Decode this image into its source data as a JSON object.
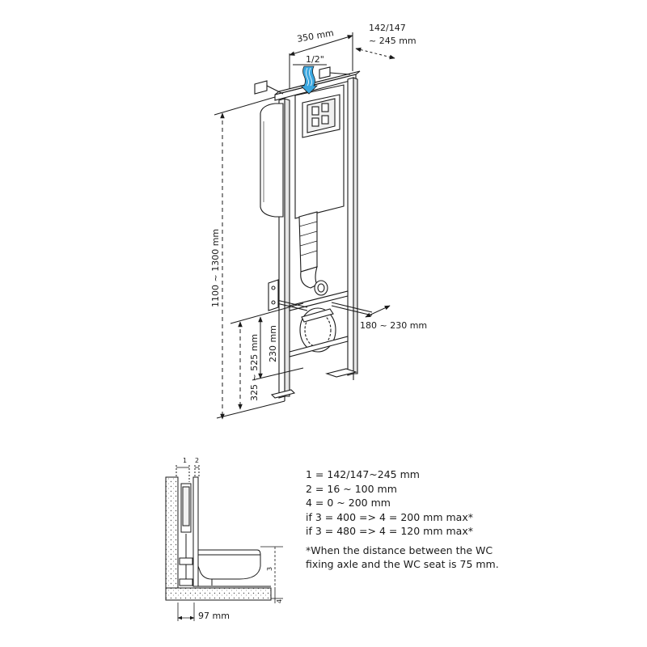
{
  "main_view": {
    "dim_width": "350 mm",
    "dim_depth": "142/147\n~ 245 mm",
    "dim_water_inlet": "1/2\"",
    "dim_height": "1100 ~ 1300 mm",
    "dim_drain_spacing": "180 ~ 230 mm",
    "dim_drain_height": "230 mm",
    "dim_fixing_height": "325 ~ 525 mm"
  },
  "side_view": {
    "label_1": "1",
    "label_2": "2",
    "label_3": "3",
    "label_4": "4",
    "dim_bottom": "97 mm"
  },
  "legend": {
    "items": [
      "1 = 142/147~245 mm",
      "2 = 16 ~ 100 mm",
      "4 = 0 ~ 200 mm",
      "if 3 = 400 => 4 = 200 mm max*",
      "if 3 = 480 => 4 = 120 mm max*"
    ],
    "note_line1": "*When the distance between the WC",
    "note_line2": "fixing axle and the WC seat is 75 mm."
  },
  "colors": {
    "line": "#1a1a1a",
    "arrow_blue": "#3aa7e0",
    "hatch": "#777777"
  }
}
